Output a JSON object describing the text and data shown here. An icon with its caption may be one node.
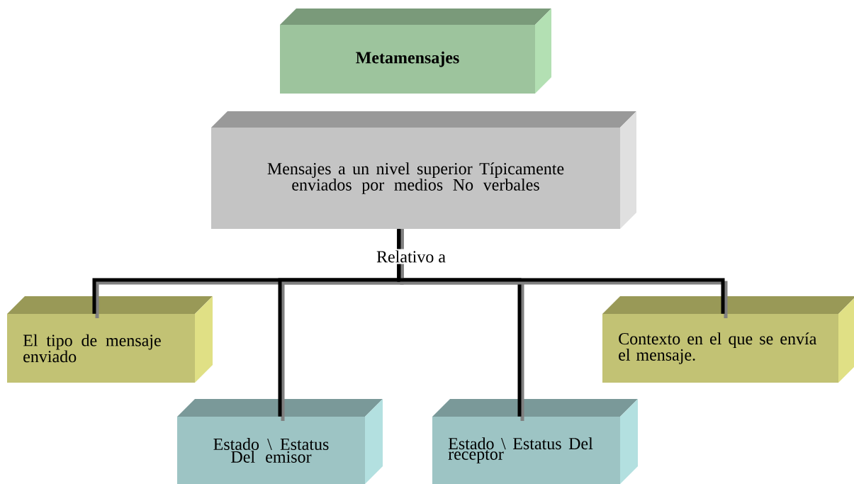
{
  "diagram": {
    "nodes": [
      {
        "text": [
          "Metamensajes"
        ]
      },
      {
        "text": [
          "Mensajes a un nivel superior Típicamente enviados por medios No verbales"
        ]
      },
      {
        "text": [
          "El tipo de mensaje enviado"
        ]
      },
      {
        "text": [
          "Estado \\ Estatus Del emisor"
        ]
      },
      {
        "text": [
          "Estado \\ Estatus Del receptor"
        ]
      },
      {
        "text": [
          "Contexto en el que se envía el mensaje."
        ]
      }
    ],
    "edges": [
      {
        "from": 1,
        "to": 2,
        "arrow": "none",
        "label": "Relativo a"
      },
      {
        "from": 1,
        "to": 3,
        "arrow": "none"
      },
      {
        "from": 1,
        "to": 4,
        "arrow": "none"
      },
      {
        "from": 1,
        "to": 5,
        "arrow": "none"
      }
    ]
  }
}
